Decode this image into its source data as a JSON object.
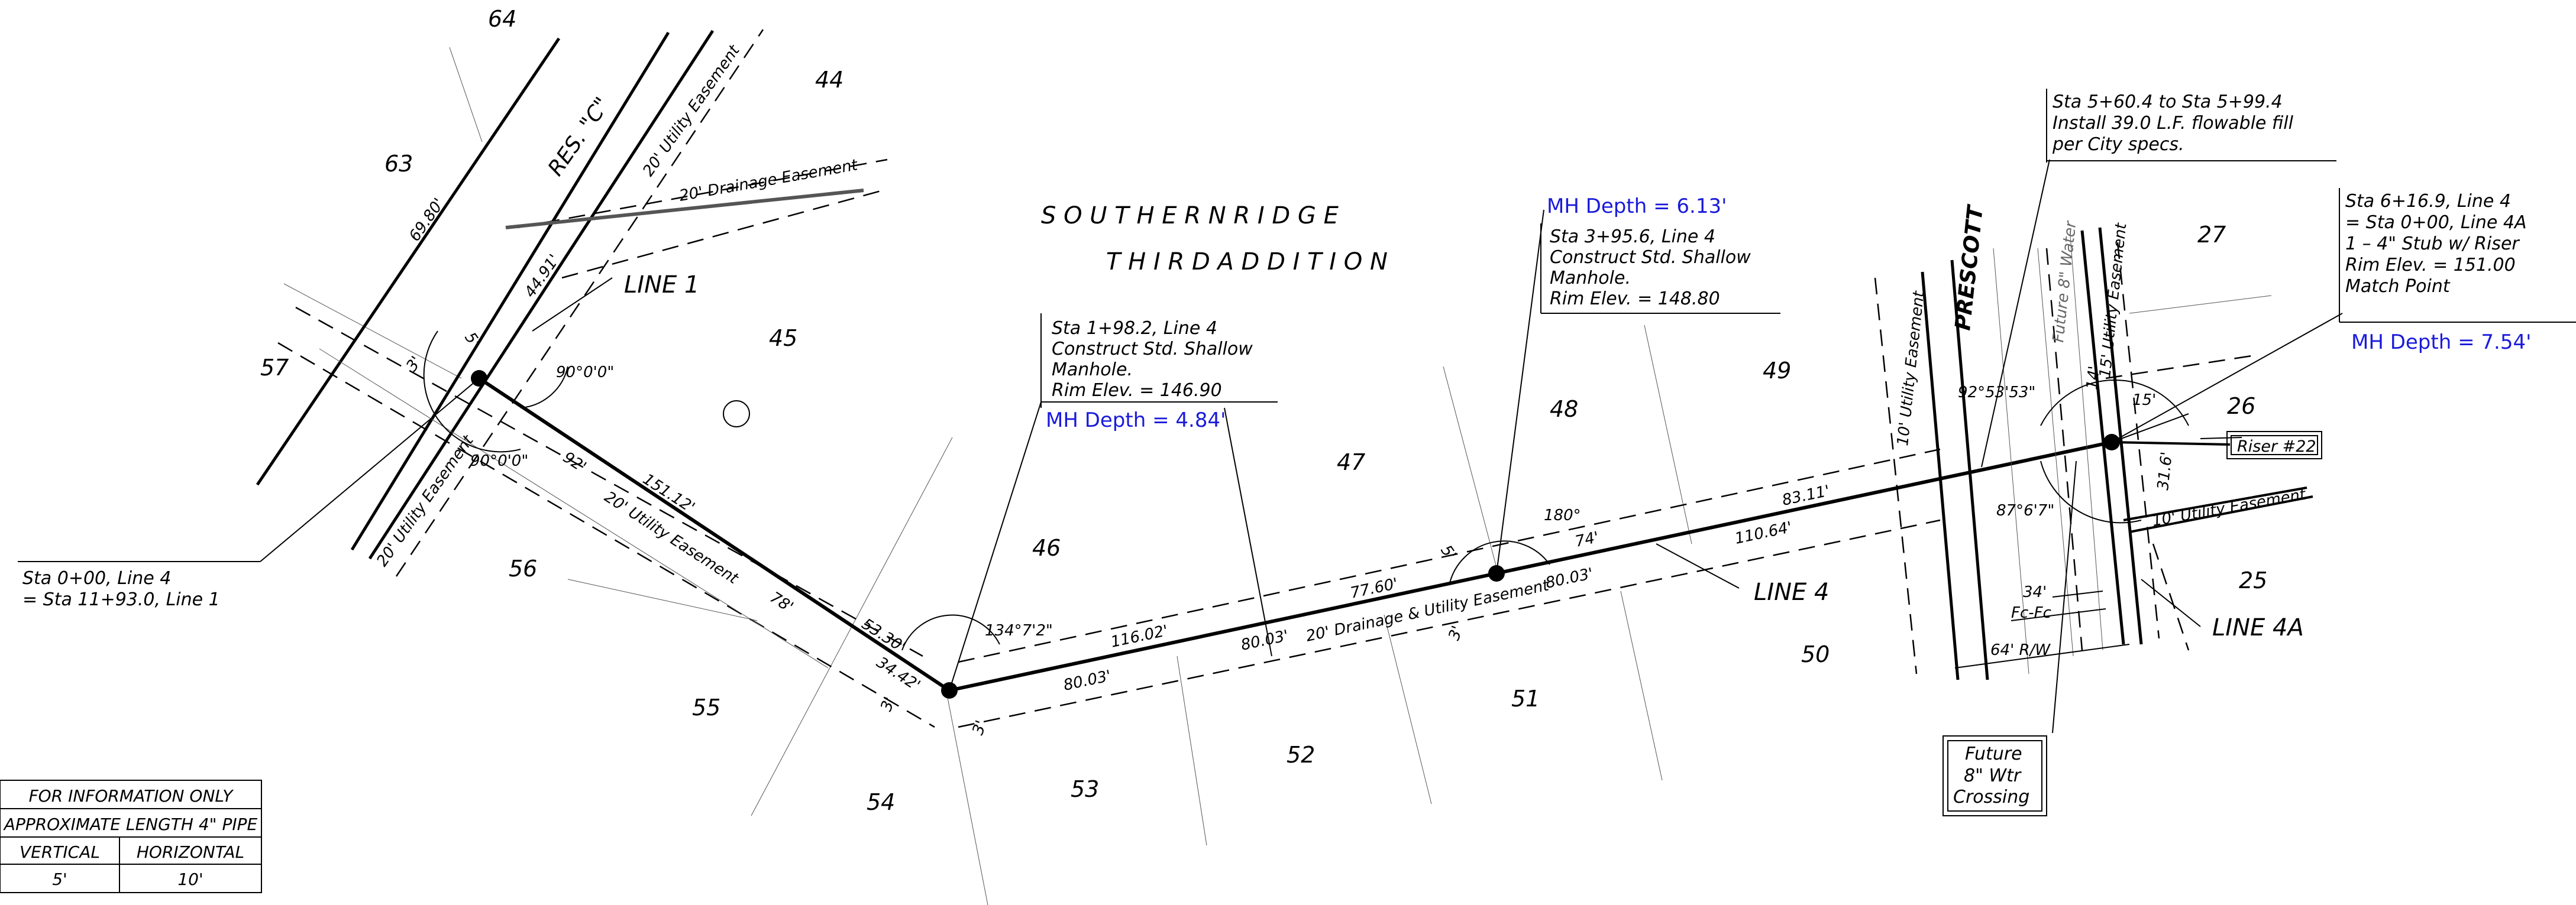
{
  "title": {
    "line1": "S O U T H E R N     R I D G E",
    "line2": "T H I R D     A D D I T I O N"
  },
  "lots": [
    "64",
    "63",
    "44",
    "57",
    "45",
    "56",
    "55",
    "54",
    "53",
    "52",
    "51",
    "50",
    "49",
    "48",
    "47",
    "46",
    "27",
    "26",
    "25"
  ],
  "street_labels": {
    "res_c": "RES. \"C\"",
    "prescott": "PRESCOTT"
  },
  "easements": {
    "utility_20_top": "20' Utility Easement",
    "drainage_20_top": "20' Drainage Easement",
    "utility_20_left": "20' Utility Easement",
    "utility_20_diag": "20' Utility Easement",
    "drainage_utility_20": "20' Drainage & Utility Easement",
    "utility_10_mid": "10' Utility Easement",
    "utility_15": "15' Utility Easement",
    "utility_10_right": "10' Utility Easement",
    "future_water": "Future 8\" Water"
  },
  "line_labels": {
    "line1": "LINE 1",
    "line4": "LINE 4",
    "line4a": "LINE 4A"
  },
  "dimensions": {
    "d6980": "69.80'",
    "d5": "5'",
    "d3": "3'",
    "d4491": "44.91'",
    "a90a": "90°0'0\"",
    "a90b": "90°0'0\"",
    "d92": "92'",
    "d15112": "151.12'",
    "d78": "78'",
    "d5330": "53.30'",
    "d3442": "34.42'",
    "d3b": "3'",
    "d3c": "3'",
    "a134": "134°7'2\"",
    "d11602": "116.02'",
    "d8003a": "80.03'",
    "d8003b": "80.03'",
    "d7760": "77.60'",
    "d5b": "5'",
    "d3d": "3'",
    "a180": "180°",
    "d74": "74'",
    "d8003c": "80.03'",
    "d11064": "110.64'",
    "d8311": "83.11'",
    "a92": "92°53'53\"",
    "a87": "87°6'7\"",
    "d34": "34'",
    "fcfc": "Fc-Fc",
    "d64": "64' R/W",
    "d14": "14'",
    "d15": "15'",
    "d316": "31.6'"
  },
  "callouts": {
    "c_sta0": [
      "Sta 0+00, Line 4",
      "= Sta 11+93.0, Line 1"
    ],
    "c_sta198": [
      "Sta 1+98.2, Line 4",
      "Construct Std. Shallow",
      "Manhole.",
      "Rim Elev. = 146.90"
    ],
    "mh_484": "MH Depth = 4.84'",
    "mh_613": "MH Depth = 6.13'",
    "c_sta395": [
      "Sta 3+95.6, Line 4",
      "Construct Std. Shallow",
      "Manhole.",
      "Rim Elev. = 148.80"
    ],
    "c_sta560": [
      "Sta 5+60.4 to Sta 5+99.4",
      "Install 39.0 L.F. flowable fill",
      "per City specs."
    ],
    "c_sta616": [
      "Sta 6+16.9, Line 4",
      "= Sta 0+00, Line 4A",
      "1 – 4\" Stub w/ Riser",
      "Rim Elev. = 151.00",
      "Match Point"
    ],
    "mh_754": "MH Depth = 7.54'",
    "riser": "Riser #22",
    "future_crossing": [
      "Future",
      "8\" Wtr",
      "Crossing"
    ]
  },
  "info_table": {
    "title": "FOR INFORMATION ONLY",
    "subtitle": "APPROXIMATE LENGTH 4\" PIPE",
    "headers": [
      "VERTICAL",
      "HORIZONTAL"
    ],
    "values": [
      "5'",
      "10'"
    ]
  },
  "colors": {
    "line": "#000000",
    "mh_depth": "#1a1adb"
  }
}
